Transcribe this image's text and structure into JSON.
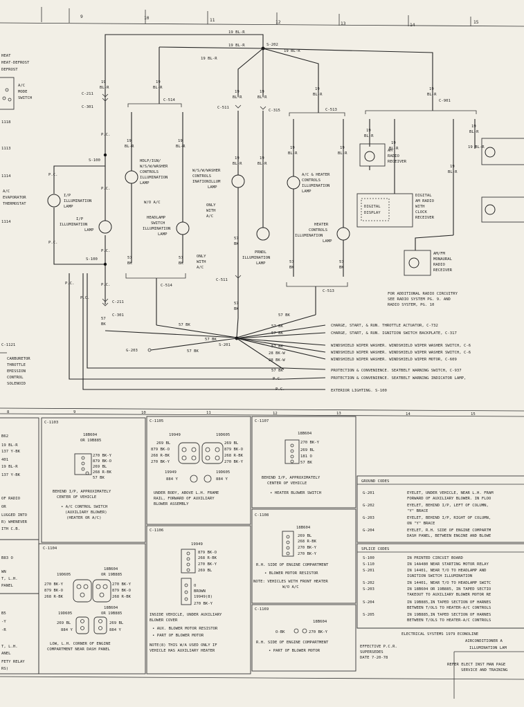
{
  "grid_top": [
    "9",
    "10",
    "11",
    "12",
    "13",
    "14",
    "15"
  ],
  "grid_bottom": [
    "8",
    "9",
    "10",
    "11",
    "12",
    "13",
    "14",
    "15"
  ],
  "left_edge": [
    "HEAT",
    "HEAT-DEFROST",
    "DEFROST",
    "A/C",
    "MODE",
    "SWITCH",
    "1118",
    "1113",
    "1114",
    "A/C",
    "EVAPORATOR",
    "THERMOSTAT",
    "1114",
    "C-1121",
    "CARBURETOR",
    "THROTTLE",
    "EMISSION",
    "CONTROL",
    "SOLENOID"
  ],
  "wires": {
    "bl_r_19": "19 BL-R",
    "bk_57": "57 BK",
    "bk_w_28": "28 BK-W",
    "pc": "P.C."
  },
  "connectors": {
    "s202": "S-202",
    "c211": "C-211",
    "c301": "C-301",
    "c514": "C-514",
    "c511": "C-511",
    "c315": "C-315",
    "c513": "C-513",
    "c901": "C-901",
    "s100": "S-100",
    "s201": "S-201",
    "g203": "G-203",
    "wo_ac": "W/O A/C",
    "only_with_ac": "ONLY WITH A/C"
  },
  "lamps": {
    "ip": "I/P ILLUMINATION LAMP",
    "hdlp": "HDLP/IGN/ W/S/W/WASHER CONTROLS ILLUMINATION LAMP",
    "headlamp_sw": "HEADLAMP SWITCH ILLUMINATION LAMP",
    "ws_washer": "W/S/W/WASHER CONTROLS INATIONILLUM LAMP",
    "prndl": "PRNDL ILLUMINATION LAMP",
    "ac_heater": "A/C & HEATER CONTROLS ILLUMINATION LAMP",
    "heater": "HEATER CONTROLS ILLUMINATION LAMP",
    "am_radio": "AM RADIO RECEIVER",
    "digital_display": "DIGITAL DISPLAY",
    "digital_radio": "DIGITAL AM RADIO WITH CLOCK RECEIVER",
    "amfm": "AM/FM MONAURAL RADIO RECEIVER"
  },
  "radio_note": "FOR ADDITIONAL RADIO CIRCUITRY SEE RADIO SYSTEM PG. 9. AND RADIO SYSTEM, PG. 10",
  "destinations": [
    "CHARGE, START, & RUN. THROTTLE ACTUATOR, C-732",
    "CHARGE, START, & RUN. IGNITION SWITCH BACKPLATE, C-317",
    "WINDSHIELD WIPER WASHER. WINDSHIELD WIPER WASHER SWITCH, C-6",
    "WINDSHIELD WIPER WASHER. WINDSHIELD WIPER WASHER SWITCH, C-6",
    "WINDSHIELD WIPER WASHER. WINDSHIELD WIPER MOTOR, C-609",
    "PROTECTION & CONVENIENCE. SEATBELT WARNING SWITCH, C-937",
    "PROTECTION & CONVENIENCE. SEATBELT WARNING INDICATOR LAMP,",
    "EXTERIOR LIGHTING. S-100"
  ],
  "panels": {
    "c1103": {
      "id": "C-1103",
      "parts": "18B604 OR 19B885",
      "pins": [
        "270 BK-Y",
        "879 BK-O",
        "269 BL",
        "268 R-BK",
        "57 BK"
      ],
      "location": "BEHIND I/P, APPROXIMATELY CENTER OF VEHICLE",
      "component": "• A/C CONTROL SWITCH (AUXILIARY BLOWER) (HEATER OR A/C)"
    },
    "c1105": {
      "id": "C-1105",
      "parts_a": "19949",
      "parts_b": "19D605",
      "pins_left": [
        "269 BL",
        "879 BK-O",
        "268 R-BK",
        "270 BK-Y"
      ],
      "pins_right": [
        "269 BL",
        "879 BK-O",
        "268 R-BK",
        "270 BK-Y"
      ],
      "parts_c": "19949",
      "parts_d": "19D605",
      "pin_c": "884 Y",
      "pin_d": "884 Y",
      "location": "UNDER BODY, ABOVE L.H. FRAME RAIL, FORWARD OF AUXILIARY BLOWER ASSEMBLY"
    },
    "c1107": {
      "id": "C-1107",
      "parts": "18B604",
      "pins": [
        "270 BK-Y",
        "269 BL",
        "181 O",
        "57 BK"
      ],
      "location": "BEHIND I/P, APPROXIMATELY CENTER OF VEHICLE",
      "component": "• HEATER BLOWER SWITCH"
    },
    "c1108": {
      "id": "C-1108",
      "parts": "18B604",
      "pins": [
        "269 BL",
        "268 R-BK",
        "270 BK-Y",
        "270 BK-Y"
      ],
      "location": "R.H. SIDE OF ENGINE COMPARTMENT",
      "component": "• BLOWER MOTOR RESISTOR",
      "note": "NOTE: VEHICLES WITH FRONT HEATER W/O A/C"
    },
    "c1104": {
      "id": "C-1104",
      "parts_a": "19D605",
      "parts_b": "18B604 OR 19B885",
      "pins_left": [
        "270 BK-Y",
        "879 BK-O",
        "268 R-BK"
      ],
      "pins_right": [
        "270 BK-Y",
        "879 BK-O",
        "268 R-BK"
      ],
      "parts_c": "19D605",
      "parts_d": "18B604 OR 19B885",
      "pins_low_l": [
        "269 BL",
        "884 Y"
      ],
      "pins_low_r": [
        "269 BL",
        "884 Y"
      ],
      "location": "LOW, L.H. CORNER OF ENGINE COMPARTMENT NEAR DASH PANEL"
    },
    "c1106": {
      "id": "C-1106",
      "parts_a": "19949",
      "pins_a": [
        "879 BK-O",
        "268 R-BK",
        "270 BK-Y",
        "269 BL"
      ],
      "parts_b": "19949(8)",
      "pins_b": [
        "O",
        "BROWN",
        "270 BK-Y"
      ],
      "location": "INSIDE VEHICLE, UNDER AUXILIARY BLOWER COVER",
      "component": "• AUX. BLOWER MOTOR RESISTOR",
      "component2": "• PART OF BLOWER MOTOR",
      "note": "NOTE(8) THIS W/A USED ONLY IF VEHICLE HAS AUXILIARY HEATER"
    },
    "c1169": {
      "id": "C-1169",
      "parts": "18B604",
      "pins": [
        "O-BK",
        "270 BK-Y"
      ],
      "location": "R.H. SIDE OF ENGINE COMPARTMENT",
      "component": "• PART OF BLOWER MOTOR"
    },
    "left_strip": [
      "B62",
      "19 BL-R",
      "137 Y-BK",
      "401",
      "19 BL-R",
      "137 Y-BK",
      "OF RADIO",
      "OR",
      "LUGGED INTO",
      "R) WHENEVER",
      "ITH C.B.",
      "B83 O",
      "WN",
      "T, L.H.",
      "PANEL",
      "B5",
      "-Y",
      "-R",
      "T, L.H.",
      "ANEL",
      "FETY RELAY",
      "RS)"
    ]
  },
  "ground_codes": {
    "title": "GROUND CODES",
    "rows": [
      {
        "code": "G-201",
        "desc": "EYELET, UNDER VEHICLE, NEAR L.H. FRAM FORWARD OF AUXILIARY BLOWER. IN FLOO"
      },
      {
        "code": "G-202",
        "desc": "EYELET, BEHIND I/P, LEFT OF COLUMN, \"Y\" BRACE"
      },
      {
        "code": "G-203",
        "desc": "EYELET, BEHIND I/P, RIGHT OF COLUMN, ON \"Y\" BRACE"
      },
      {
        "code": "G-204",
        "desc": "EYELET, R.H. SIDE OF ENGINE COMPARTM DASH PANEL, BETWEEN ENGINE AND BLOWE"
      }
    ]
  },
  "splice_codes": {
    "title": "SPLICE CODES",
    "rows": [
      {
        "code": "S-100",
        "desc": "IN PRINTED CIRCUIT BOARD"
      },
      {
        "code": "S-110",
        "desc": "IN 14A480 NEAR STARTING MOTOR RELAY"
      },
      {
        "code": "S-201",
        "desc": "IN 14401, NEAR T/O TO HEADLAMP AND IGNITION SWITCH ILLUMINATION"
      },
      {
        "code": "S-202",
        "desc": "IN 14401, NEAR T/O TO HEADLAMP SWITC"
      },
      {
        "code": "S-203",
        "desc": "IN 18B604 OR 19B885, IN TAPED SECTIO TAKEOUT TO AUXILIARY BLOWER MOTOR RE"
      },
      {
        "code": "S-204",
        "desc": "IN 19B885,IN TAPED SECTION OF HARNES BETWEEN T/OLS TO HEATER-A/C CONTROLS"
      },
      {
        "code": "S-205",
        "desc": "IN 19B885,IN TAPED SECTION OF HARNES BETWEEN T/OLS TO HEATER-A/C CONTROLS"
      }
    ]
  },
  "title_block": {
    "line1": "ELECTRICAL SYSTEMS 1979 ECONOLINE",
    "line2": "AIRCONDITIONER A",
    "line3": "ILLUMINATION LAM",
    "effective": "EFFECTIVE P.C.R.",
    "supersedes": "SUPERSEDES",
    "date": "DATE 7-20-78",
    "ref1": "REFER ELECT INST MAN PAGE",
    "ref2": "SERVICE AND TRAINING"
  }
}
